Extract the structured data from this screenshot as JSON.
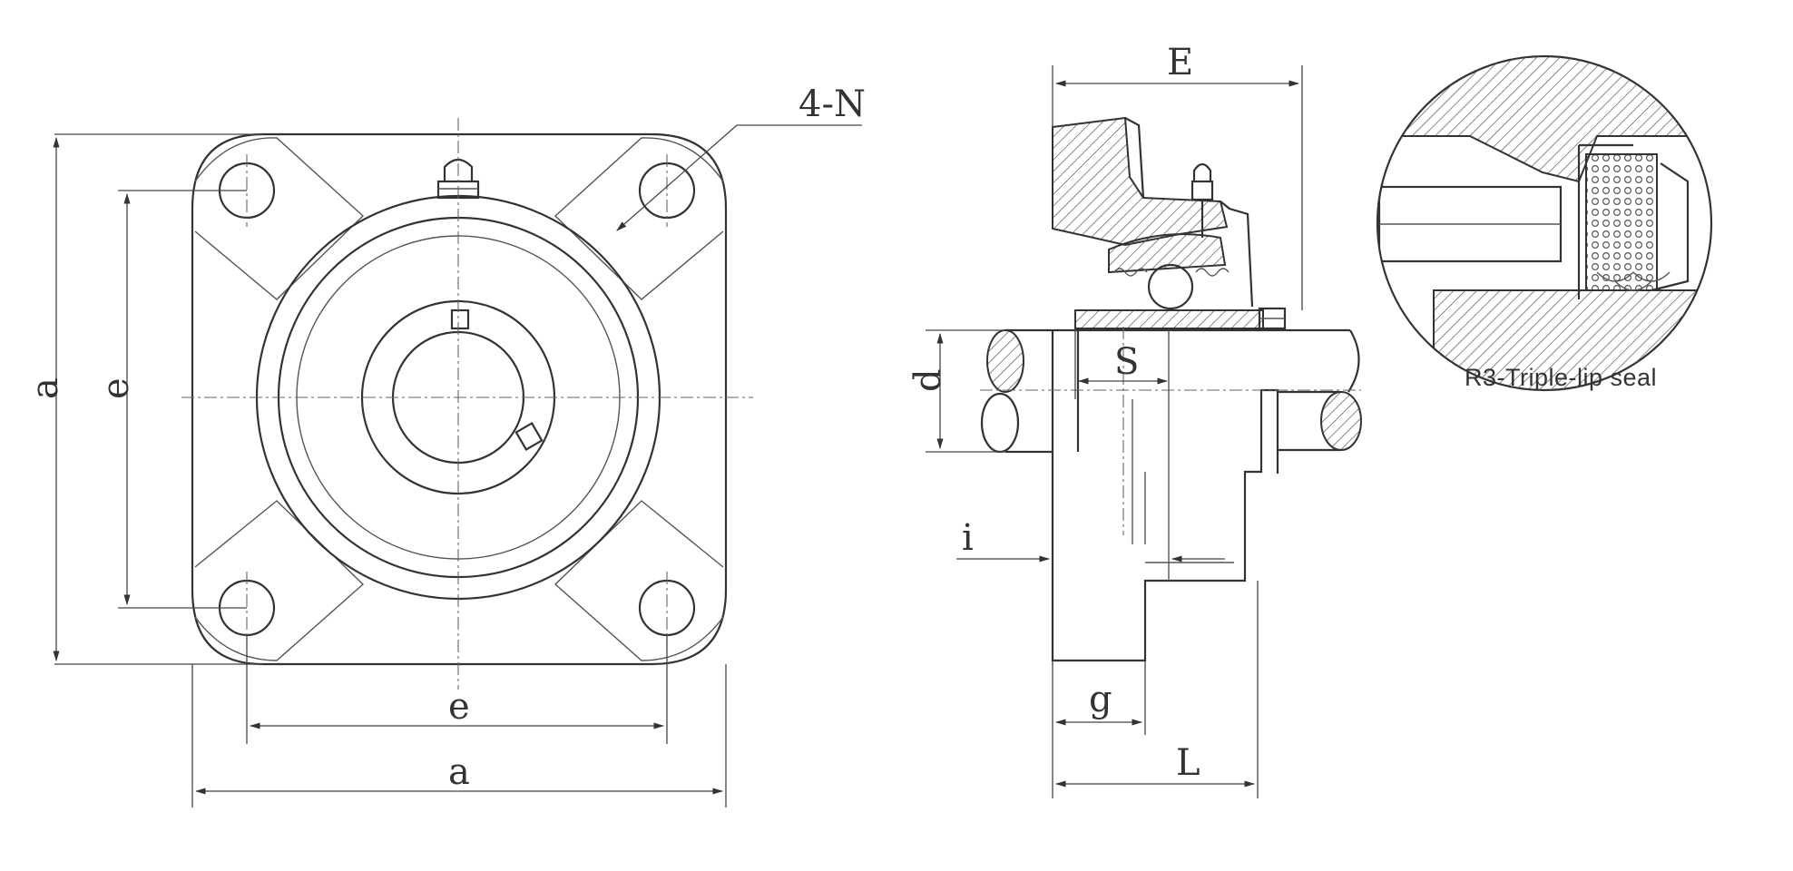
{
  "front_view": {
    "label_height": "a",
    "label_bolt_vertical": "e",
    "label_bolt_horizontal": "e",
    "label_width": "a",
    "label_holes": "4-N"
  },
  "side_view": {
    "label_E": "E",
    "label_S": "S",
    "label_d": "d",
    "label_i": "i",
    "label_g": "g",
    "label_L": "L"
  },
  "detail": {
    "caption": "R3-Triple-lip seal"
  },
  "colors": {
    "line": "#333333",
    "background": "#ffffff"
  }
}
